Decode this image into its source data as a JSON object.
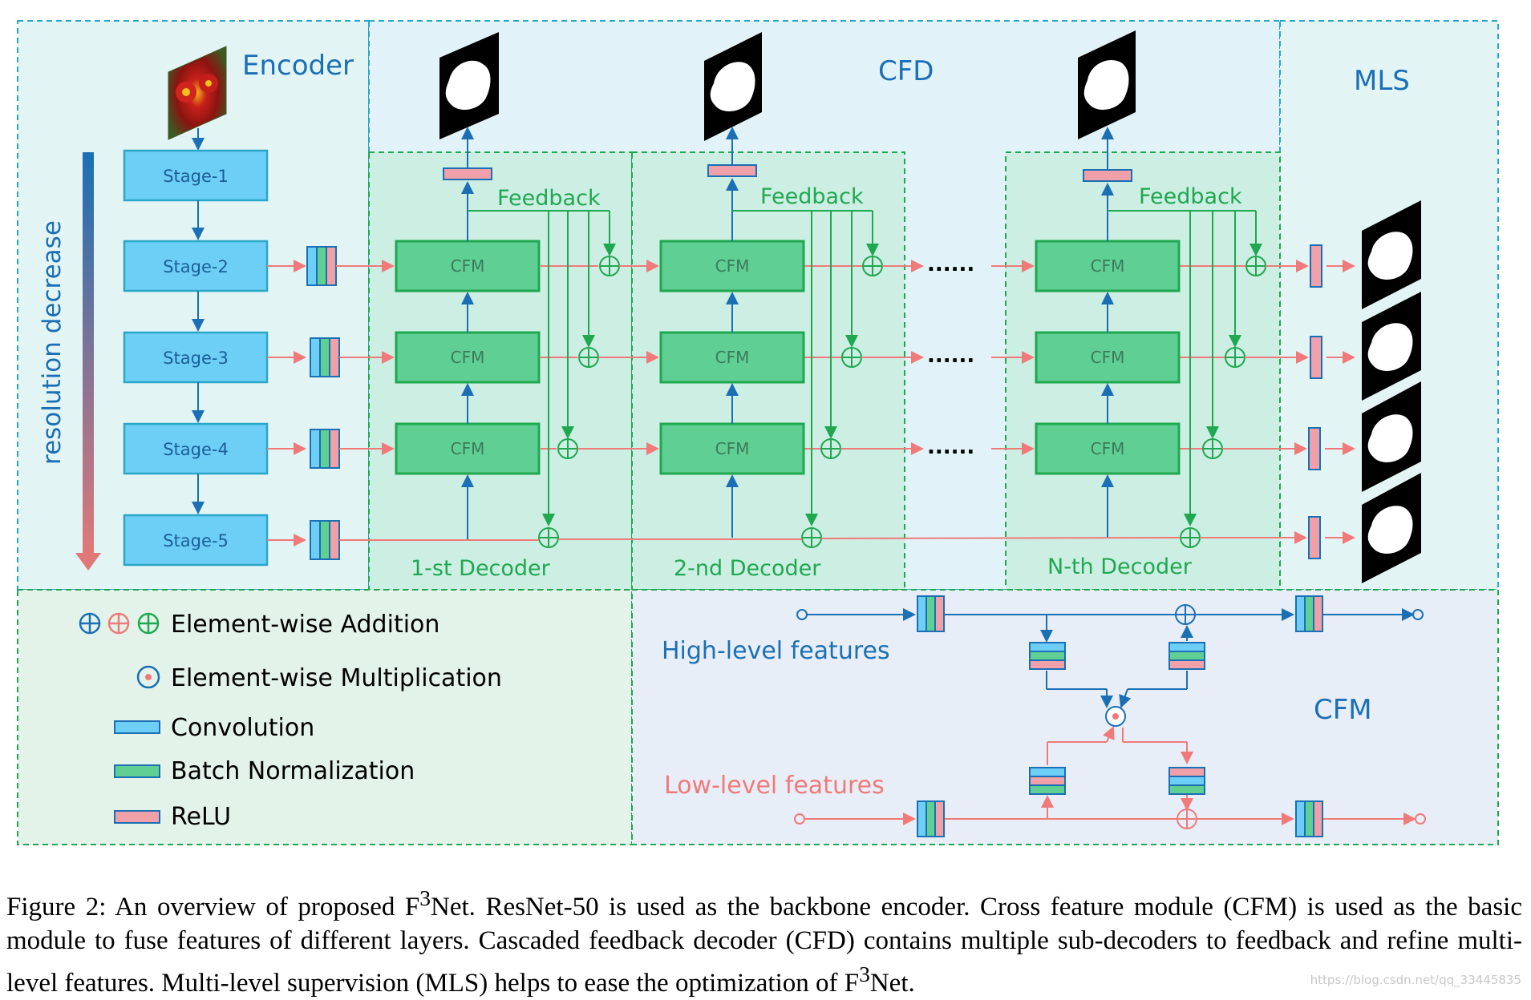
{
  "regions": {
    "encoder": "Encoder",
    "cfd": "CFD",
    "mls": "MLS",
    "cfm": "CFM"
  },
  "side_label": "resolution decrease",
  "stages": [
    "Stage-1",
    "Stage-2",
    "Stage-3",
    "Stage-4",
    "Stage-5"
  ],
  "cfm_label": "CFM",
  "feedback_label": "Feedback",
  "ellipsis": "......",
  "decoders": [
    "1-st Decoder",
    "2-nd Decoder",
    "N-th Decoder"
  ],
  "legend": {
    "addition": "Element-wise Addition",
    "multiplication": "Element-wise Multiplication",
    "convolution": "Convolution",
    "batchnorm": "Batch Normalization",
    "relu": "ReLU"
  },
  "cfm_detail": {
    "high": "High-level features",
    "low": "Low-level features"
  },
  "caption": {
    "p1": "Figure 2: An overview of proposed F",
    "sup1": "3",
    "p2": "Net. ResNet-50 is used as the backbone encoder. Cross feature module (CFM) is used as the basic module to fuse features of different layers. Cascaded feedback decoder (CFD) contains multiple sub-decoders to feedback and refine multi-level features. Multi-level supervision (MLS) helps to ease the optimization of F",
    "sup2": "3",
    "p3": "Net."
  },
  "watermark": "https://blog.csdn.net/qq_33445835",
  "colors": {
    "blue": "#1a6fb5",
    "green": "#1fa84f",
    "pink": "#f07a7a",
    "stage_fill": "#6ecff6",
    "cfm_fill": "#5fcf94",
    "relu_fill": "#f0a0a8",
    "encoder_bg": "#e3f4f5",
    "cfd_bg": "#e1f3f8",
    "decoder_bg": "#cdeee3",
    "legend_bg": "#e4f3ea",
    "cfm_bg": "#e8eef7"
  }
}
